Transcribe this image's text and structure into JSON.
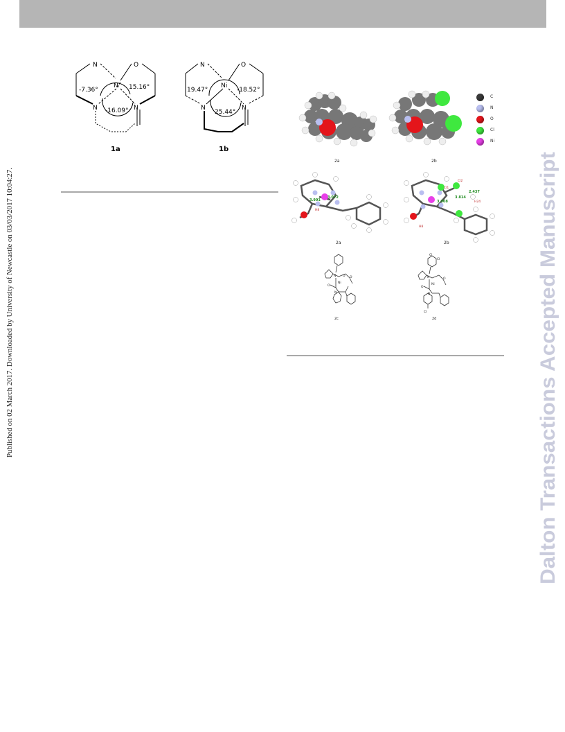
{
  "header": {
    "bar_color": "#b5b5b5"
  },
  "watermark": {
    "text": "Dalton Transactions Accepted Manuscript",
    "color": "#c9cbdc"
  },
  "side_note": {
    "text": "Published on 02 March 2017. Downloaded by University of Newcastle on 03/03/2017 10:04:27."
  },
  "scheme1": {
    "label_a": "1a",
    "label_b": "1b",
    "a": {
      "atom_n_top": "N",
      "atom_o": "O",
      "atom_n_center": "N",
      "atom_n_left": "N",
      "atom_n_right": "N",
      "angle_left": "-7.36°",
      "angle_right": "15.16°",
      "angle_bottom": "-16.09°"
    },
    "b": {
      "atom_n_top": "N",
      "atom_o": "O",
      "atom_metal": "Ni",
      "atom_n_left": "N",
      "atom_n_right": "N",
      "angle_left": "19.47°",
      "angle_right": "-18.52°",
      "angle_bottom": "25.44°"
    }
  },
  "figure2": {
    "label_sf_a": "2a",
    "label_sf_b": "2b",
    "label_ball_a": "2a",
    "label_ball_b": "2b",
    "label_struct_a": "2c",
    "label_struct_b": "2d",
    "legend": [
      {
        "symbol": "C",
        "color": "#3a3a3a"
      },
      {
        "symbol": "N",
        "color": "#b9bff0"
      },
      {
        "symbol": "O",
        "color": "#e4151b"
      },
      {
        "symbol": "Cl",
        "color": "#3fe83f"
      },
      {
        "symbol": "Ni",
        "color": "#e83fe8"
      }
    ],
    "distances_a": [
      "3.991",
      "3.072"
    ],
    "distances_b": [
      "3.008",
      "3.814",
      "2.437"
    ],
    "atom_labels_a": [
      "H8"
    ],
    "atom_labels_b": [
      "Cl2",
      "Cl1",
      "H24",
      "H8"
    ],
    "struct_atoms": {
      "n": "N",
      "o": "O",
      "metal": "Ni",
      "cl": "Cl"
    }
  }
}
